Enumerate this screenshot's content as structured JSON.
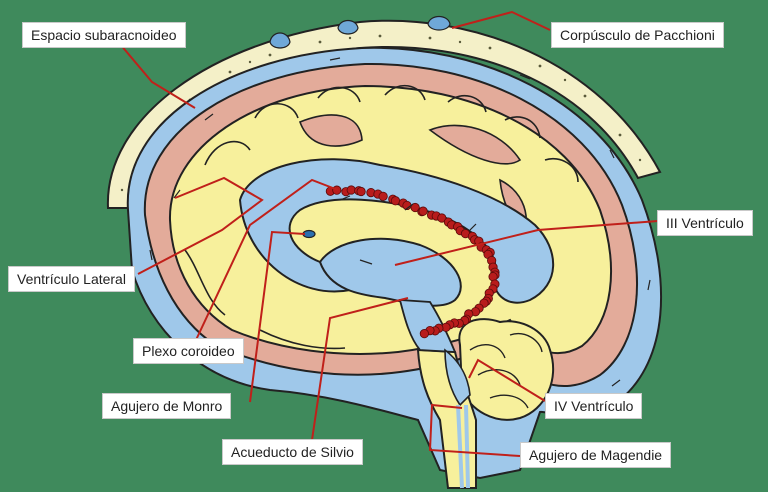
{
  "labels": {
    "espacio": "Espacio subaracnoideo",
    "pacchioni": "Corpúsculo de Pacchioni",
    "iii_ventriculo": "III Ventrículo",
    "ventriculo_lateral": "Ventrículo Lateral",
    "plexo": "Plexo coroideo",
    "monro": "Agujero de Monro",
    "iv_ventriculo": "IV Ventrículo",
    "silvio": "Acueducto de Silvio",
    "magendie": "Agujero de Magendie"
  },
  "colors": {
    "background": "#3f8a5c",
    "skull": "#f4f0c8",
    "csf": "#9fc8ea",
    "gray_matter": "#e3ab9a",
    "white_matter": "#f7f09c",
    "choroid_plexus": "#b81c1c",
    "leader_line": "#c0201a"
  }
}
